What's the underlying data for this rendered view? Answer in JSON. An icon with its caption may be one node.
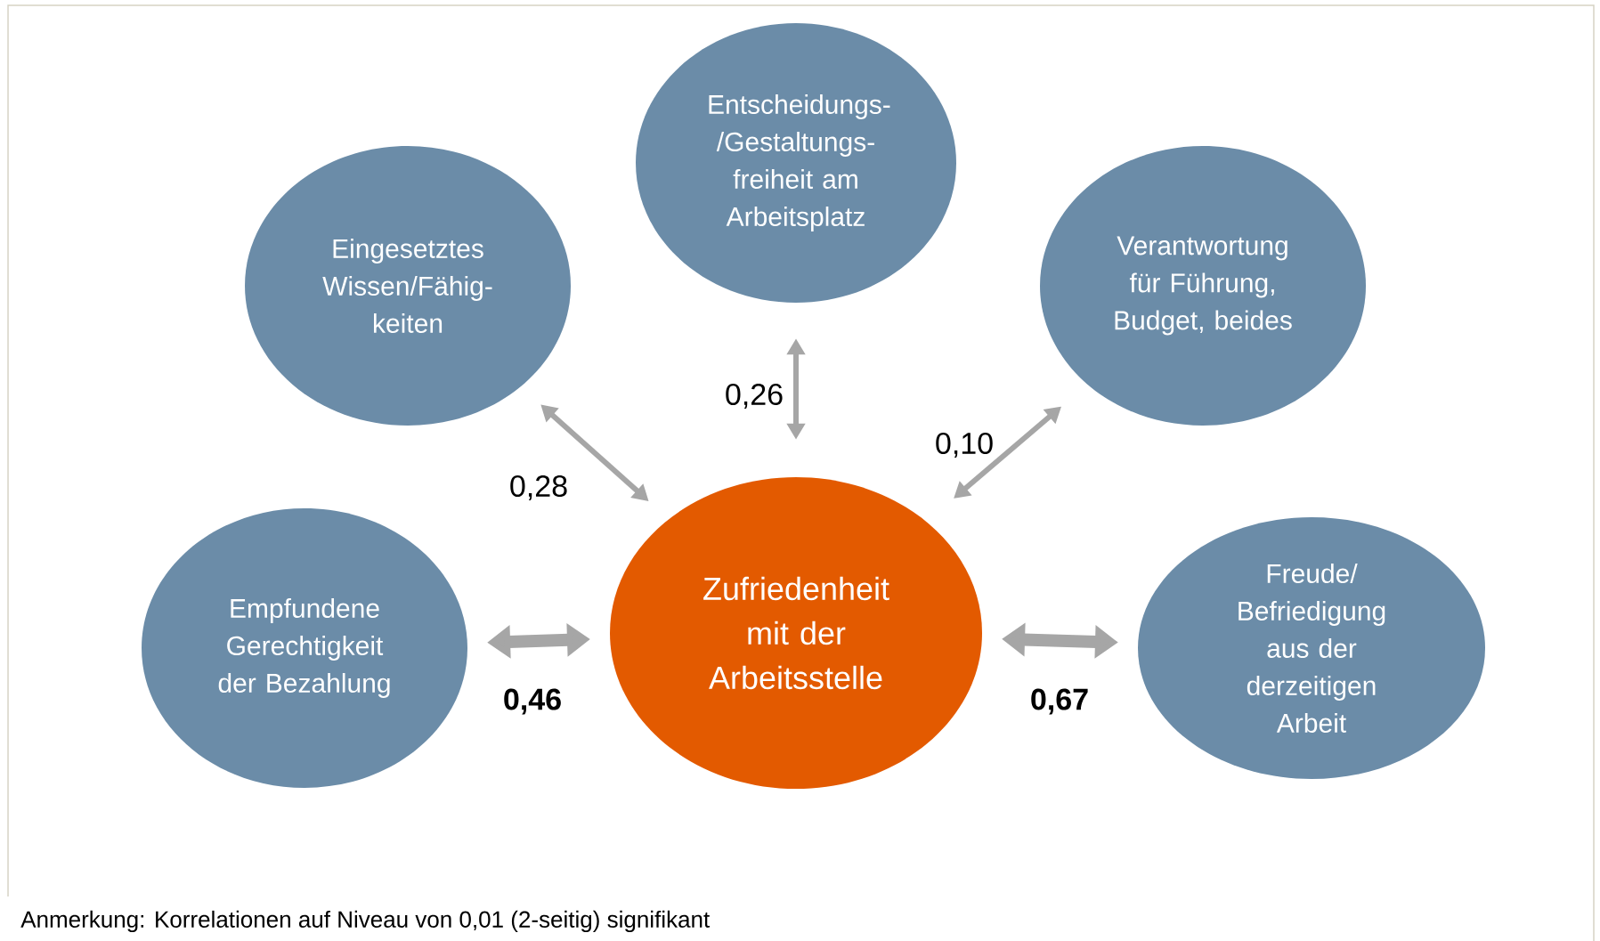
{
  "diagram": {
    "caption": "Anmerkung: Korrelationen auf Niveau von 0,01 (2-seitig) signifikant",
    "nodes": [
      {
        "text": [
          "Entscheidungs- /Gestaltungs- freiheit am Arbeitsplatz"
        ]
      },
      {
        "text": [
          "Eingesetztes Wissen/Fähig- keiten"
        ]
      },
      {
        "text": [
          "Verantwortung für Führung, Budget, beides"
        ]
      },
      {
        "text": [
          "Empfundene Gerechtigkeit der Bezahlung"
        ]
      },
      {
        "text": [
          "Zufriedenheit mit der Arbeitsstelle"
        ]
      },
      {
        "text": [
          "Freude/ Befriedigung aus der derzeitigen Arbeit"
        ]
      }
    ],
    "edges": [
      {
        "from": 4,
        "to": 1,
        "arrow": "both",
        "label": "0,28"
      },
      {
        "from": 4,
        "to": 0,
        "arrow": "both",
        "label": "0,26"
      },
      {
        "from": 4,
        "to": 2,
        "arrow": "both",
        "label": "0,10"
      },
      {
        "from": 4,
        "to": 3,
        "arrow": "both",
        "label": "0,46",
        "style": "thick"
      },
      {
        "from": 4,
        "to": 5,
        "arrow": "both",
        "label": "0,67",
        "style": "thick"
      }
    ]
  }
}
